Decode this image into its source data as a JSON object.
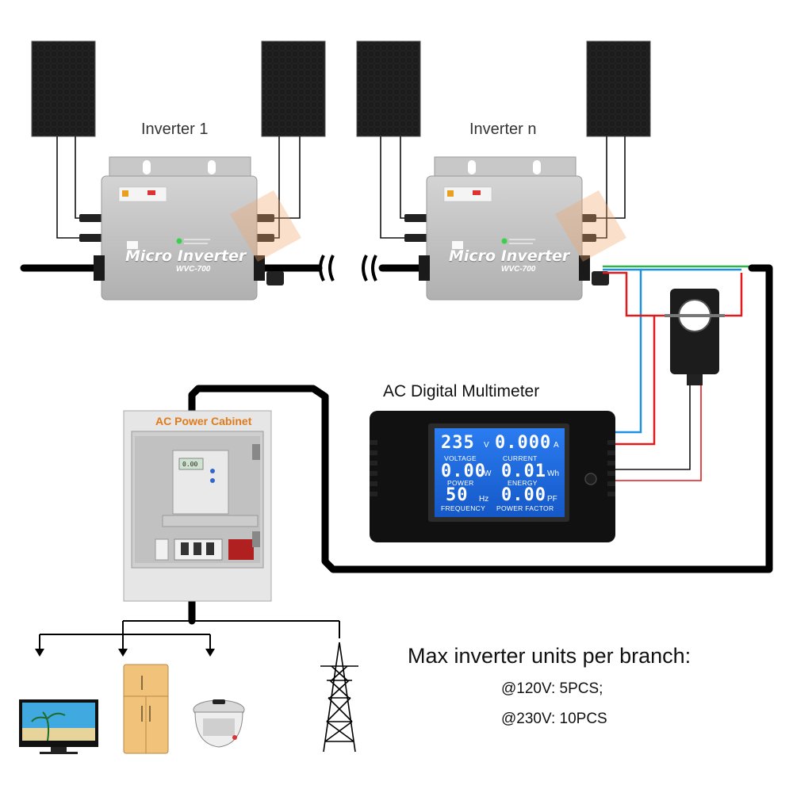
{
  "inverters": [
    {
      "label": "Inverter 1",
      "brand_text": "Micro Inverter",
      "model": "WVC-700"
    },
    {
      "label": "Inverter n",
      "brand_text": "Micro Inverter",
      "model": "WVC-700"
    }
  ],
  "multimeter": {
    "title": "AC Digital Multimeter",
    "readings": {
      "voltage": {
        "value": "235",
        "unit": "V",
        "caption": "VOLTAGE"
      },
      "current": {
        "value": "0.000",
        "unit": "A",
        "caption": "CURRENT"
      },
      "power": {
        "value": "0.00",
        "unit": "W",
        "caption": "POWER"
      },
      "energy": {
        "value": "0.01",
        "unit": "Wh",
        "caption": "ENERGY"
      },
      "frequency": {
        "value": "50",
        "unit": "Hz",
        "caption": "FREQUENCY"
      },
      "power_factor": {
        "value": "0.00",
        "unit": "PF",
        "caption": "POWER FACTOR"
      }
    }
  },
  "cabinet": {
    "title": "AC Power Cabinet",
    "meter_display": "0.00"
  },
  "capacity": {
    "title": "Max inverter units per branch:",
    "line1": "@120V: 5PCS;",
    "line2": "@230V: 10PCS"
  },
  "colors": {
    "cable": "#000000",
    "wire_red": "#e11b1b",
    "wire_blue": "#1f8fe0",
    "wire_green": "#2bb34a",
    "label_orange": "#e07a1a",
    "lcd_blue": "#1c6fe6"
  },
  "icons": [
    "solar-panel-icon",
    "ct-clamp-icon",
    "tv-icon",
    "fridge-icon",
    "rice-cooker-icon",
    "power-tower-icon"
  ]
}
